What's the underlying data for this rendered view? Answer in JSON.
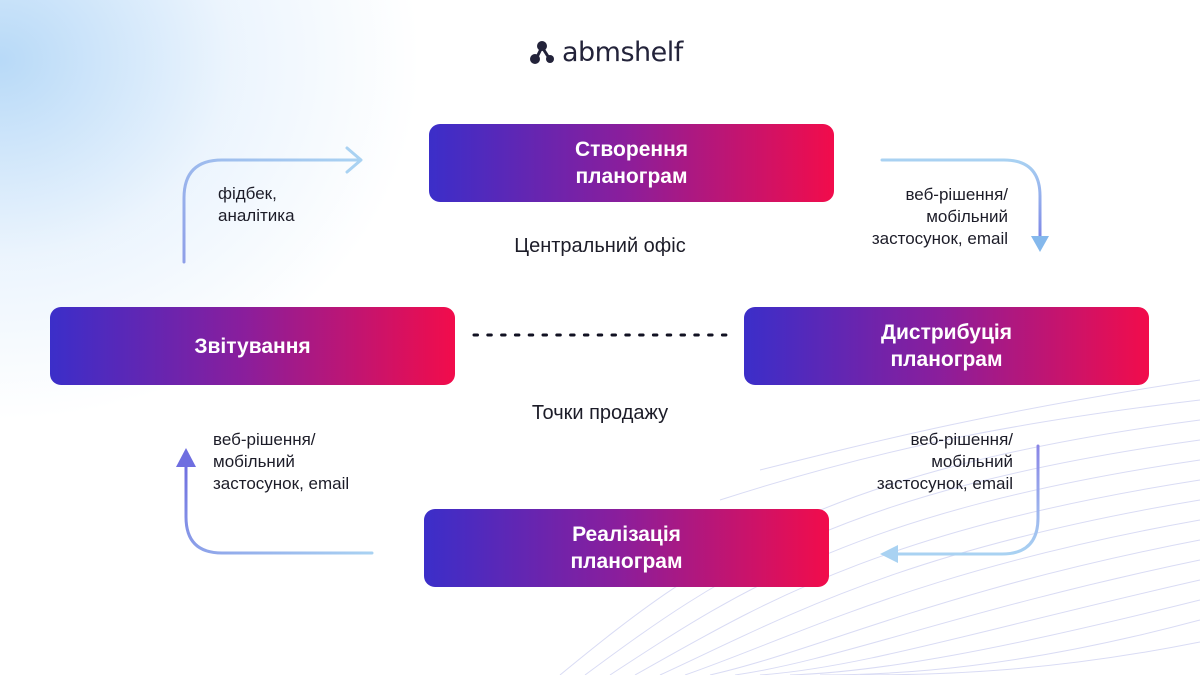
{
  "logo": {
    "text": "abmshelf"
  },
  "boxes": {
    "create": {
      "line1": "Створення",
      "line2": "планограм"
    },
    "distribute": {
      "line1": "Дистрибуція",
      "line2": "планограм"
    },
    "realize": {
      "line1": "Реалізація",
      "line2": "планограм"
    },
    "report": {
      "line1": "Звітування"
    }
  },
  "zones": {
    "central_office": "Центральний офіс",
    "points_of_sale": "Точки продажу"
  },
  "edges": {
    "feedback": {
      "line1": "фідбек,",
      "line2": "аналітика"
    },
    "create_to_distribute": {
      "line1": "веб-рішення/",
      "line2": "мобільний",
      "line3": "застосунок, email"
    },
    "distribute_to_realize": {
      "line1": "веб-рішення/",
      "line2": "мобільний",
      "line3": "застосунок, email"
    },
    "realize_to_report": {
      "line1": "веб-рішення/",
      "line2": "мобільний",
      "line3": "застосунок, email"
    }
  },
  "colors": {
    "gradient_start": "#3b2ec9",
    "gradient_end": "#f20c4b",
    "arrow_light": "#a9d2f2",
    "arrow_dark": "#6f6ee0"
  }
}
